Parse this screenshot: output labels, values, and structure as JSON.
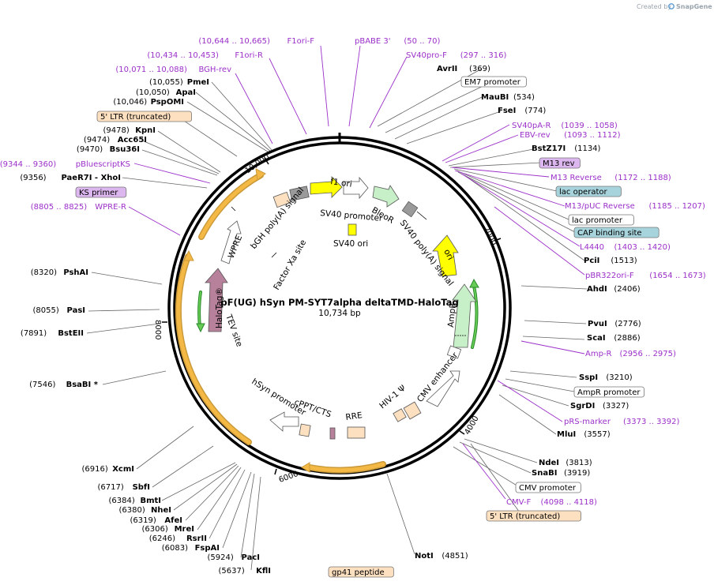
{
  "title": "pF(UG) hSyn PM-SYT7alpha deltaTMD-HaloTag",
  "length": "10,734 bp",
  "credit": {
    "created_by": "Created by",
    "brand": "SnapGene"
  },
  "ticks": [
    "10,000",
    "2000",
    "8000",
    "4000",
    "6000"
  ],
  "enzymes": [
    {
      "name": "AvrII",
      "coord": "(369)"
    },
    {
      "name": "MauBI",
      "coord": "(534)"
    },
    {
      "name": "FseI",
      "coord": "(774)"
    },
    {
      "name": "BstZ17I",
      "coord": "(1134)"
    },
    {
      "name": "PciI",
      "coord": "(1513)"
    },
    {
      "name": "AhdI",
      "coord": "(2406)"
    },
    {
      "name": "PvuI",
      "coord": "(2776)"
    },
    {
      "name": "ScaI",
      "coord": "(2886)"
    },
    {
      "name": "SspI",
      "coord": "(3210)"
    },
    {
      "name": "SgrDI",
      "coord": "(3327)"
    },
    {
      "name": "MluI",
      "coord": "(3557)"
    },
    {
      "name": "NdeI",
      "coord": "(3813)"
    },
    {
      "name": "SnaBI",
      "coord": "(3919)"
    },
    {
      "name": "NotI",
      "coord": "(4851)"
    },
    {
      "name": "KflI",
      "coord": "(5637)"
    },
    {
      "name": "PacI",
      "coord": "(5924)"
    },
    {
      "name": "FspAI",
      "coord": "(6083)"
    },
    {
      "name": "RsrII",
      "coord": "(6246)"
    },
    {
      "name": "MreI",
      "coord": "(6306)"
    },
    {
      "name": "AfeI",
      "coord": "(6319)"
    },
    {
      "name": "NheI",
      "coord": "(6380)"
    },
    {
      "name": "BmtI",
      "coord": "(6384)"
    },
    {
      "name": "SbfI",
      "coord": "(6717)"
    },
    {
      "name": "XcmI",
      "coord": "(6916)"
    },
    {
      "name": "BsaBI *",
      "coord": "(7546)"
    },
    {
      "name": "BstEII",
      "coord": "(7891)"
    },
    {
      "name": "PasI",
      "coord": "(8055)"
    },
    {
      "name": "PshAI",
      "coord": "(8320)"
    },
    {
      "name": "PaeR7I - XhoI",
      "coord": "(9356)"
    },
    {
      "name": "Bsu36I",
      "coord": "(9470)"
    },
    {
      "name": "Acc65I",
      "coord": "(9474)"
    },
    {
      "name": "KpnI",
      "coord": "(9478)"
    },
    {
      "name": "PspOMI",
      "coord": "(10,046)"
    },
    {
      "name": "ApaI",
      "coord": "(10,050)"
    },
    {
      "name": "PmeI",
      "coord": "(10,055)"
    }
  ],
  "primers": [
    {
      "name": "F1ori-F",
      "coord": "(10,644 .. 10,665)"
    },
    {
      "name": "F1ori-R",
      "coord": "(10,434 .. 10,453)"
    },
    {
      "name": "BGH-rev",
      "coord": "(10,071 .. 10,088)"
    },
    {
      "name": "pBABE 3'",
      "coord": "(50 .. 70)"
    },
    {
      "name": "SV40pro-F",
      "coord": "(297 .. 316)"
    },
    {
      "name": "SV40pA-R",
      "coord": "(1039 .. 1058)"
    },
    {
      "name": "EBV-rev",
      "coord": "(1093 .. 1112)"
    },
    {
      "name": "M13 Reverse",
      "coord": "(1172 .. 1188)"
    },
    {
      "name": "M13/pUC Reverse",
      "coord": "(1185 .. 1207)"
    },
    {
      "name": "L4440",
      "coord": "(1403 .. 1420)"
    },
    {
      "name": "pBR322ori-F",
      "coord": "(1654 .. 1673)"
    },
    {
      "name": "Amp-R",
      "coord": "(2956 .. 2975)"
    },
    {
      "name": "pRS-marker",
      "coord": "(3373 .. 3392)"
    },
    {
      "name": "CMV-F",
      "coord": "(4098 .. 4118)"
    },
    {
      "name": "pBluescriptKS",
      "coord": "(9344 .. 9360)"
    },
    {
      "name": "WPRE-R",
      "coord": "(8805 .. 8825)"
    }
  ],
  "boxed_labels": [
    {
      "name": "EM7 promoter",
      "kind": "white"
    },
    {
      "name": "M13 rev",
      "kind": "purple"
    },
    {
      "name": "lac operator",
      "kind": "teal"
    },
    {
      "name": "lac promoter",
      "kind": "white"
    },
    {
      "name": "CAP binding site",
      "kind": "teal"
    },
    {
      "name": "AmpR promoter",
      "kind": "white"
    },
    {
      "name": "CMV promoter",
      "kind": "white"
    },
    {
      "name": "5' LTR (truncated)",
      "kind": "tan"
    },
    {
      "name": "5' LTR (truncated)",
      "kind": "tan"
    },
    {
      "name": "KS primer",
      "kind": "purple"
    },
    {
      "name": "gp41 peptide",
      "kind": "tan"
    }
  ],
  "inner_features": [
    "f1 ori",
    "SV40 promoter",
    "BleoR",
    "SV40 poly(A) signal",
    "SV40 ori",
    "ori",
    "AmpR",
    "CMV enhancer",
    "HIV-1 Ψ",
    "RRE",
    "cPPT/CTS",
    "hSyn promoter",
    "TEV site",
    "HaloTag®",
    "Factor Xa site",
    "WPRE",
    "bGH poly(A) signal"
  ],
  "colors": {
    "primer": "#9b30c9",
    "enzyme": "#000000",
    "ring": "#000000",
    "orf": "#f4b844",
    "halotag": "#b7809b",
    "ampr": "#c8f0c8",
    "ori": "#ffff00",
    "f1ori": "#ffffff",
    "grey": "#9a9a9a",
    "teal_box": "#a7d4dc",
    "purple_box": "#dcb6ee",
    "tan_box": "#fde0c0"
  }
}
